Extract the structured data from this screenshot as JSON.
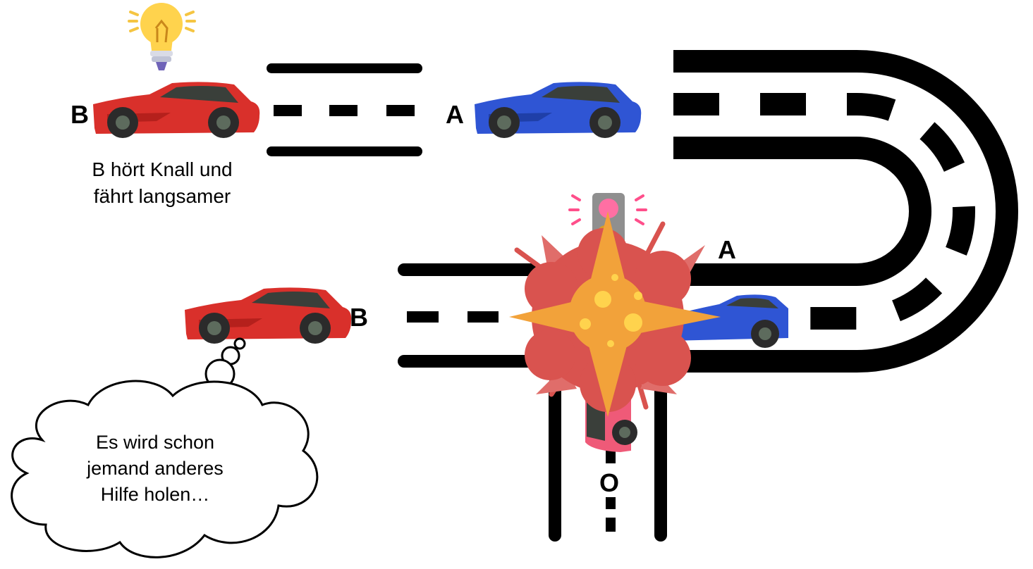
{
  "labels": {
    "top_car_b": "B",
    "top_car_a": "A",
    "bottom_car_b": "B",
    "bottom_car_a": "A",
    "other_car": "O"
  },
  "caption": {
    "line1": "B hört Knall und",
    "line2": "fährt langsamer"
  },
  "thought": {
    "line1": "Es wird schon",
    "line2": "jemand anderes",
    "line3": "Hilfe holen…"
  },
  "colors": {
    "car_b": "#d9302b",
    "car_a": "#2f55d4",
    "explosion_red": "#d9534f",
    "explosion_orange": "#f2a23a",
    "road": "#000000",
    "bulb": "#ffd34d"
  },
  "icons": [
    "lightbulb-icon",
    "explosion-icon",
    "traffic-light-icon",
    "thought-cloud-icon"
  ]
}
